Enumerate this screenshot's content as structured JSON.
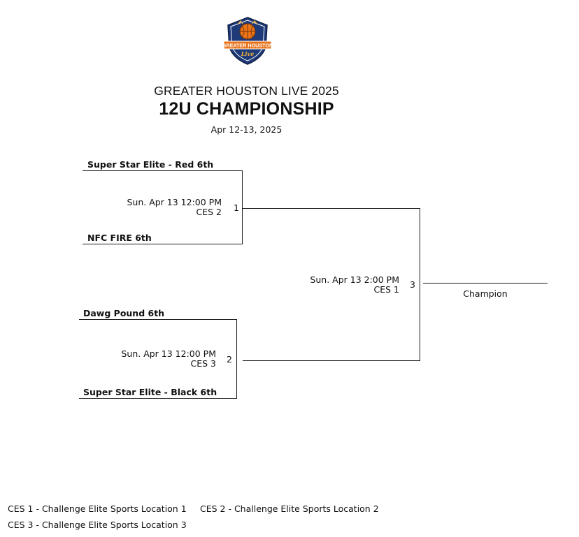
{
  "logo": {
    "text_main": "GREATER HOUSTON",
    "text_script": "Live",
    "colors": {
      "navy": "#1f3a78",
      "orange": "#e8731a",
      "gold": "#f4b23a"
    }
  },
  "header": {
    "event": "GREATER HOUSTON LIVE 2025",
    "title": "12U CHAMPIONSHIP",
    "dates": "Apr 12-13, 2025"
  },
  "bracket": {
    "games": [
      {
        "number": "1",
        "time": "Sun. Apr 13 12:00 PM",
        "location": "CES 2",
        "team_top": "Super Star Elite - Red 6th",
        "team_bottom": "NFC FIRE 6th"
      },
      {
        "number": "2",
        "time": "Sun. Apr 13 12:00 PM",
        "location": "CES 3",
        "team_top": "Dawg Pound 6th",
        "team_bottom": "Super Star Elite - Black 6th"
      },
      {
        "number": "3",
        "time": "Sun. Apr 13 2:00 PM",
        "location": "CES 1"
      }
    ],
    "champion_label": "Champion"
  },
  "legend": {
    "ces1": "CES 1 - Challenge Elite Sports Location 1",
    "ces2": "CES 2 - Challenge Elite Sports Location 2",
    "ces3": "CES 3 - Challenge Elite Sports Location 3"
  }
}
